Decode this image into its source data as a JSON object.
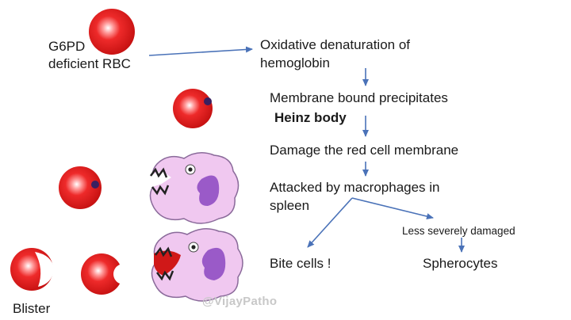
{
  "labels": {
    "g6pd_line1": "G6PD",
    "g6pd_line2": "deficient RBC",
    "blister": "Blister"
  },
  "flow": {
    "step1_line1": "Oxidative denaturation of",
    "step1_line2": "hemoglobin",
    "step2": "Membrane bound precipitates",
    "step2_bold": "Heinz body",
    "step3": "Damage the red cell membrane",
    "step4_line1": "Attacked by macrophages in",
    "step4_line2": "spleen",
    "branch_label": "Less severely damaged",
    "outcome_left": "Bite cells !",
    "outcome_right": "Spherocytes"
  },
  "watermark": "@VijayPatho",
  "colors": {
    "arrow": "#4a72b8",
    "rbc": "#e02020",
    "rbc_highlight": "#ffffff",
    "heinz_body": "#3a2060",
    "macrophage": "#f0c8f0",
    "macrophage_outline": "#8a6a9a",
    "nucleus": "#9a5ac8"
  },
  "icons": [
    "g6pd-rbc-icon",
    "heinz-rbc-icon",
    "heinz-rbc-macrophage-icon",
    "blister-cell-icon",
    "bite-cell-icon",
    "macrophage-icon"
  ]
}
